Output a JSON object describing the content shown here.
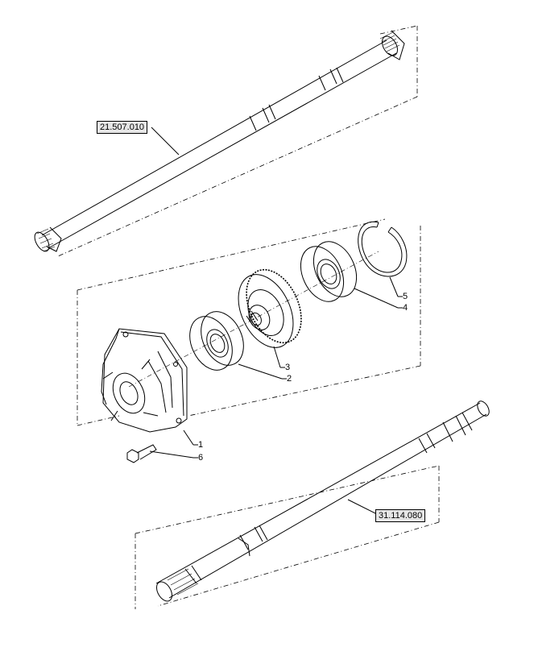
{
  "diagram": {
    "references": [
      {
        "id": "upper-shaft",
        "label": "21.507.010"
      },
      {
        "id": "lower-shaft",
        "label": "31.114.080"
      }
    ],
    "callouts": [
      {
        "id": "1",
        "label": "1"
      },
      {
        "id": "2",
        "label": "2"
      },
      {
        "id": "3",
        "label": "3"
      },
      {
        "id": "4",
        "label": "4"
      },
      {
        "id": "5",
        "label": "5"
      },
      {
        "id": "6",
        "label": "6"
      }
    ],
    "colors": {
      "line": "#000000",
      "ref_fill": "#e6e6e6",
      "background": "#ffffff"
    }
  }
}
